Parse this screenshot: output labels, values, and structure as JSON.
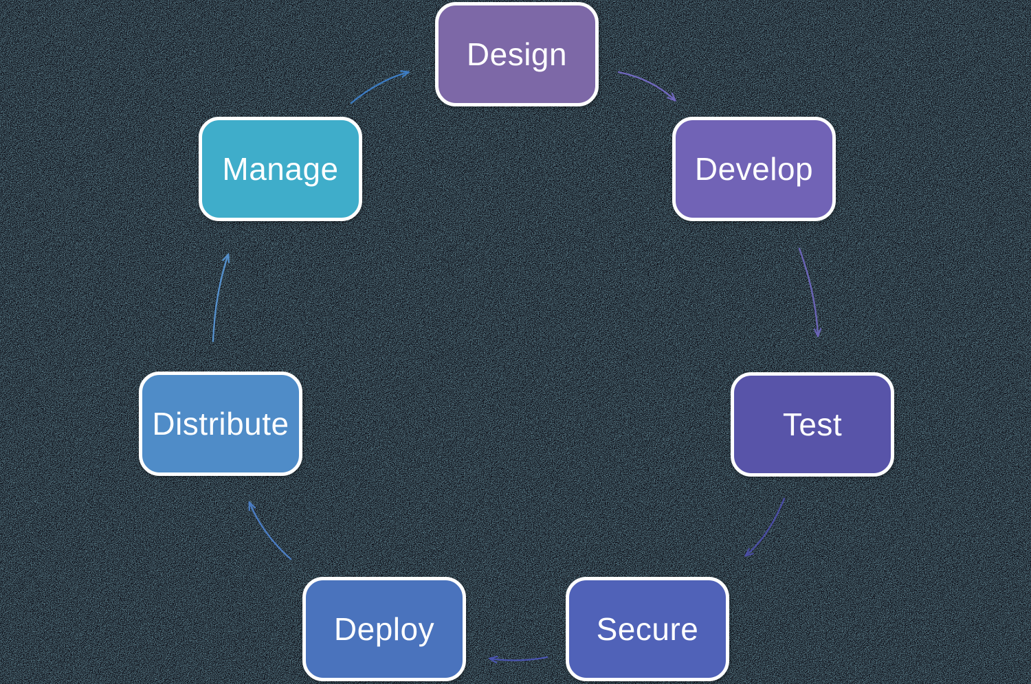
{
  "diagram": {
    "type": "cycle",
    "background_color": "#4c6873",
    "noise_dot_color": "#0c1013",
    "node_border_color": "#ffffff",
    "text_color": "#ffffff",
    "nodes": [
      {
        "id": "design",
        "label": "Design",
        "color": "#7d68a7"
      },
      {
        "id": "develop",
        "label": "Develop",
        "color": "#7163b6"
      },
      {
        "id": "test",
        "label": "Test",
        "color": "#5854a9"
      },
      {
        "id": "secure",
        "label": "Secure",
        "color": "#5062b8"
      },
      {
        "id": "deploy",
        "label": "Deploy",
        "color": "#4a73bd"
      },
      {
        "id": "distribute",
        "label": "Distribute",
        "color": "#4f8cc8"
      },
      {
        "id": "manage",
        "label": "Manage",
        "color": "#3fadca"
      }
    ],
    "edges": [
      {
        "from": "design",
        "to": "develop",
        "color": "#7068be"
      },
      {
        "from": "develop",
        "to": "test",
        "color": "#6a64b6"
      },
      {
        "from": "test",
        "to": "secure",
        "color": "#4a4da3"
      },
      {
        "from": "secure",
        "to": "deploy",
        "color": "#4a55b0"
      },
      {
        "from": "deploy",
        "to": "distribute",
        "color": "#4b7dc3"
      },
      {
        "from": "distribute",
        "to": "manage",
        "color": "#5590cc"
      },
      {
        "from": "manage",
        "to": "design",
        "color": "#3d7cc2"
      }
    ]
  }
}
